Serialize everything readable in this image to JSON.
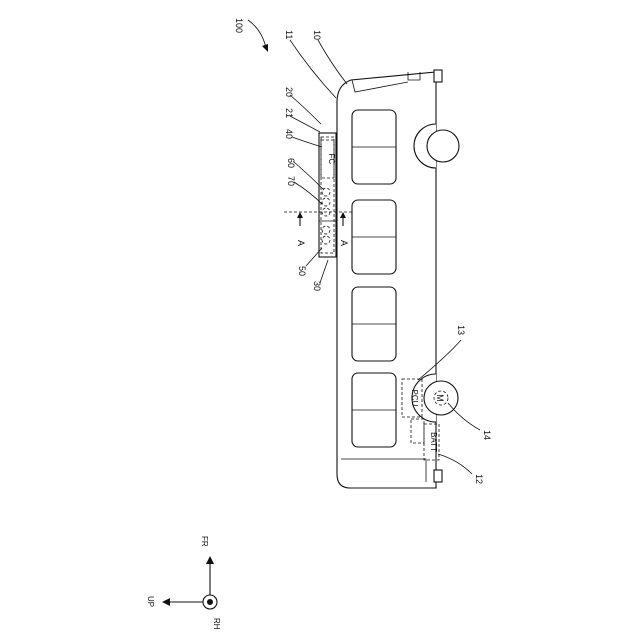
{
  "labels": {
    "ref_100": "100",
    "ref_11": "11",
    "ref_10": "10",
    "ref_20": "20",
    "ref_21": "21",
    "ref_40": "40",
    "ref_60": "60",
    "ref_70": "70",
    "ref_50": "50",
    "ref_30": "30",
    "ref_13": "13",
    "ref_14": "14",
    "ref_12": "12",
    "section_a_1": "A",
    "section_a_2": "A"
  },
  "components": {
    "fc": "FC",
    "pcu": "PCU",
    "motor": "M",
    "batt": "BATT"
  },
  "axes": {
    "fr": "FR",
    "up": "UP",
    "rh": "RH"
  }
}
